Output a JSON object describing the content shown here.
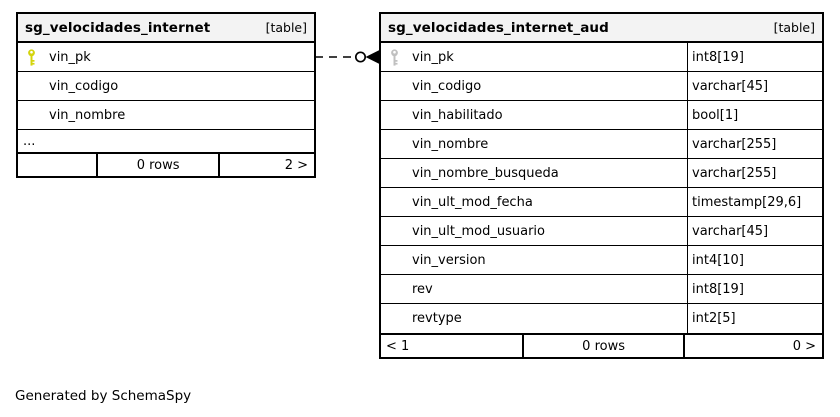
{
  "page": {
    "footer_note": "Generated by SchemaSpy"
  },
  "colors": {
    "header_bg": "#f3f3f3",
    "border": "#000000",
    "primary_key_icon": "#d4d40c",
    "foreign_key_icon": "#c0c0c0"
  },
  "left_table": {
    "title": "sg_velocidades_internet",
    "type_label": "[table]",
    "rows": [
      {
        "name": "vin_pk",
        "key": "primary"
      },
      {
        "name": "vin_codigo"
      },
      {
        "name": "vin_nombre"
      }
    ],
    "ellipsis": "...",
    "footer": {
      "left": "",
      "center": "0 rows",
      "right": "2 >"
    }
  },
  "right_table": {
    "title": "sg_velocidades_internet_aud",
    "type_label": "[table]",
    "rows": [
      {
        "name": "vin_pk",
        "type": "int8[19]",
        "key": "foreign"
      },
      {
        "name": "vin_codigo",
        "type": "varchar[45]"
      },
      {
        "name": "vin_habilitado",
        "type": "bool[1]"
      },
      {
        "name": "vin_nombre",
        "type": "varchar[255]"
      },
      {
        "name": "vin_nombre_busqueda",
        "type": "varchar[255]"
      },
      {
        "name": "vin_ult_mod_fecha",
        "type": "timestamp[29,6]"
      },
      {
        "name": "vin_ult_mod_usuario",
        "type": "varchar[45]"
      },
      {
        "name": "vin_version",
        "type": "int4[10]"
      },
      {
        "name": "rev",
        "type": "int8[19]"
      },
      {
        "name": "revtype",
        "type": "int2[5]"
      }
    ],
    "footer": {
      "left": "< 1",
      "center": "0 rows",
      "right": "0 >"
    }
  },
  "relationship": {
    "style": "dashed",
    "from_column": "vin_pk",
    "to_column": "vin_pk"
  }
}
